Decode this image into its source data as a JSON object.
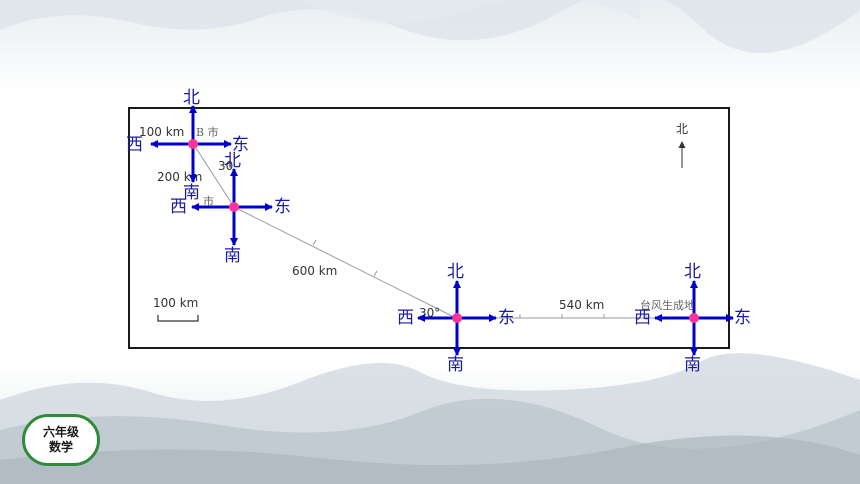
{
  "map": {
    "north_indicator": "北",
    "city_b_label": "B 市",
    "city_a_label": "市",
    "typhoon_origin_label": "台风生成地",
    "dist_100": "100 km",
    "dist_200": "200 km",
    "dist_600": "600 km",
    "dist_540": "540 km",
    "angle_30_top": "30",
    "angle_30_bottom": "30°",
    "scale_label": "100 km"
  },
  "compass": {
    "north": "北",
    "south": "南",
    "east": "东",
    "west": "西"
  },
  "badge": {
    "line1": "六年级",
    "line2": "数学"
  },
  "colors": {
    "arrow": "#0000cc",
    "center_dot": "#ff3399",
    "route": "#999999",
    "badge_border": "#2e8b3a"
  }
}
